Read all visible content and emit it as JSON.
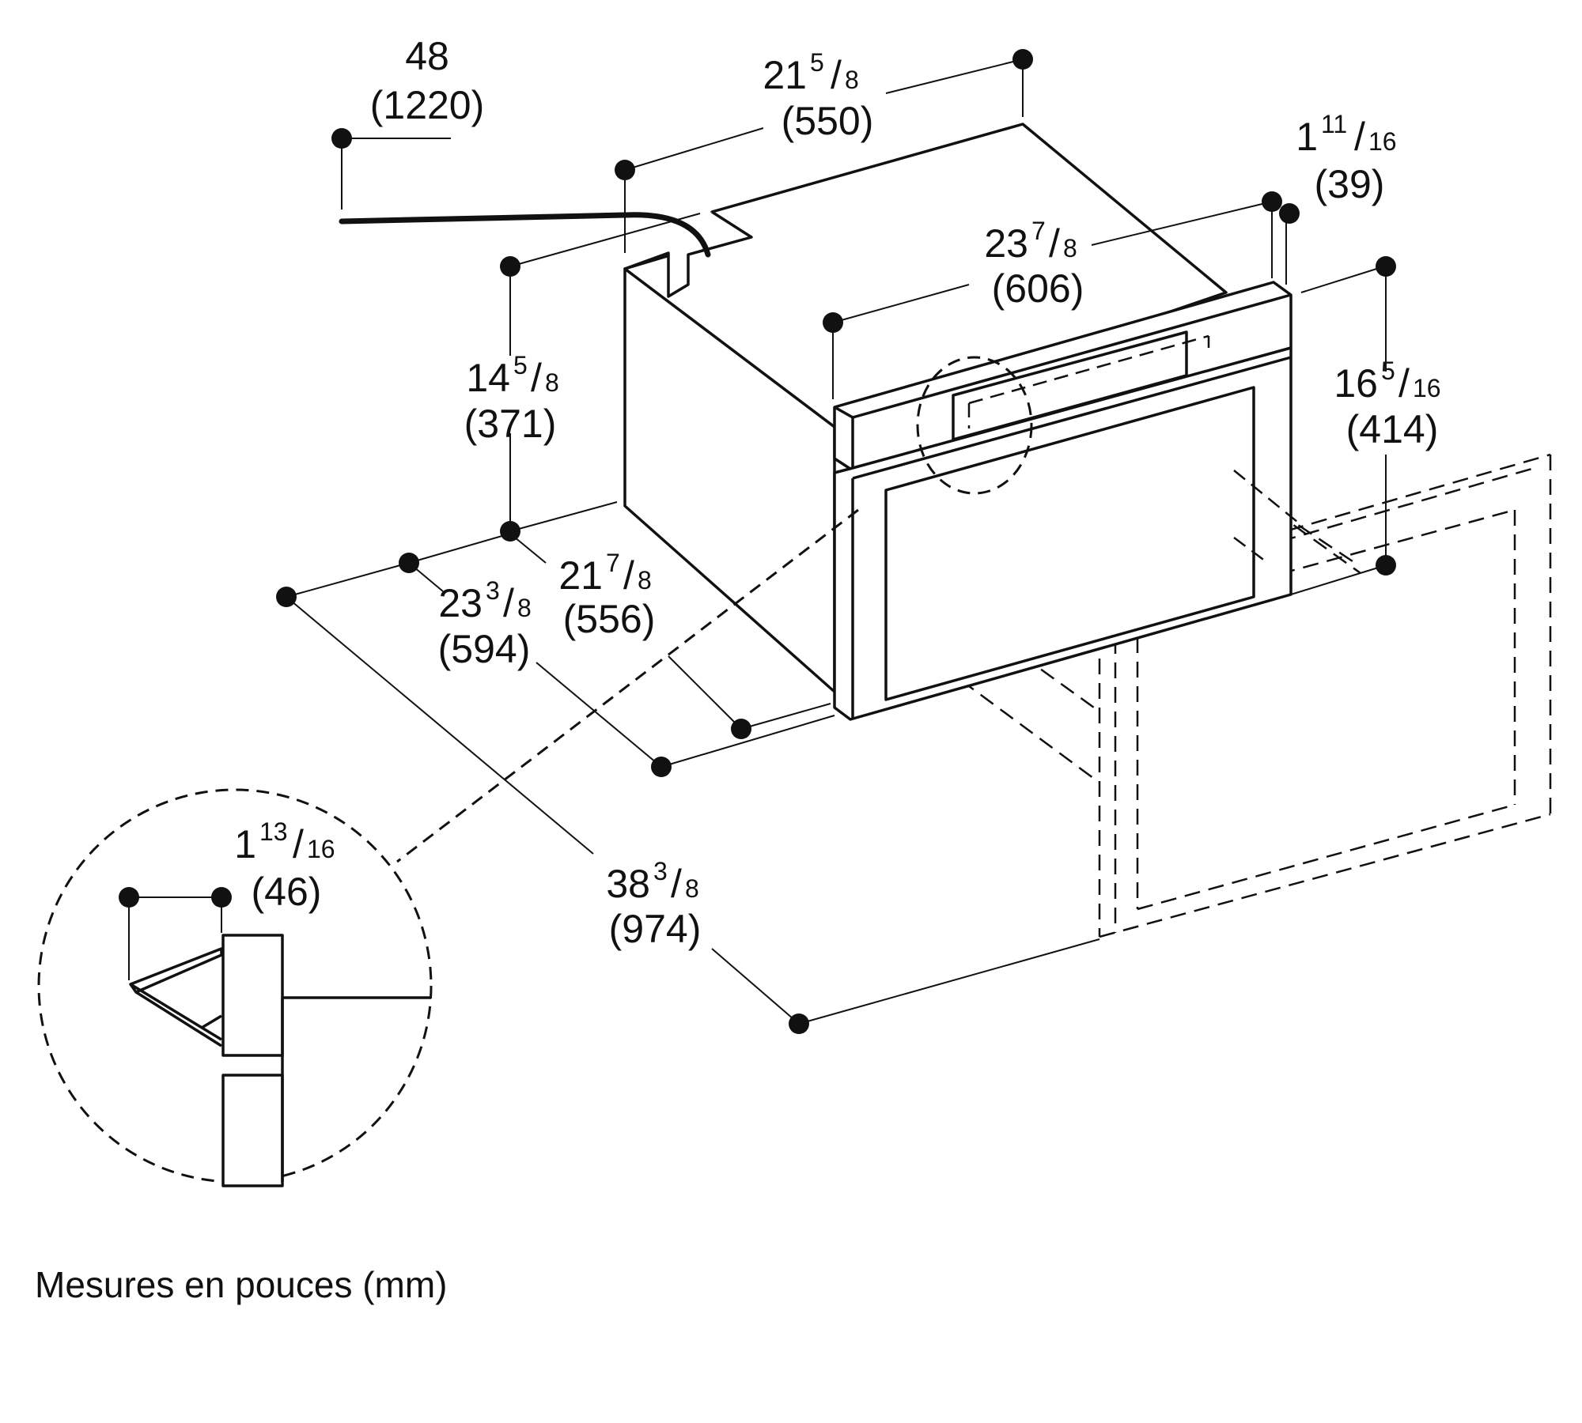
{
  "diagram": {
    "caption": "Mesures en pouces (mm)",
    "dimensions": [
      {
        "id": "cord-length",
        "whole": "48",
        "num": "",
        "den": "",
        "metric": "(1220)"
      },
      {
        "id": "top-depth",
        "whole": "21",
        "num": "5",
        "den": "8",
        "metric": "(550)"
      },
      {
        "id": "front-trim-depth",
        "whole": "1",
        "num": "11",
        "den": "16",
        "metric": "(39)"
      },
      {
        "id": "overall-width",
        "whole": "23",
        "num": "7",
        "den": "8",
        "metric": "(606)"
      },
      {
        "id": "body-height",
        "whole": "14",
        "num": "5",
        "den": "8",
        "metric": "(371)"
      },
      {
        "id": "front-height",
        "whole": "16",
        "num": "5",
        "den": "16",
        "metric": "(414)"
      },
      {
        "id": "body-width",
        "whole": "23",
        "num": "3",
        "den": "8",
        "metric": "(594)"
      },
      {
        "id": "body-depth",
        "whole": "21",
        "num": "7",
        "den": "8",
        "metric": "(556)"
      },
      {
        "id": "door-open-depth",
        "whole": "38",
        "num": "3",
        "den": "8",
        "metric": "(974)"
      },
      {
        "id": "detail-offset",
        "whole": "1",
        "num": "13",
        "den": "16",
        "metric": "(46)"
      }
    ]
  }
}
